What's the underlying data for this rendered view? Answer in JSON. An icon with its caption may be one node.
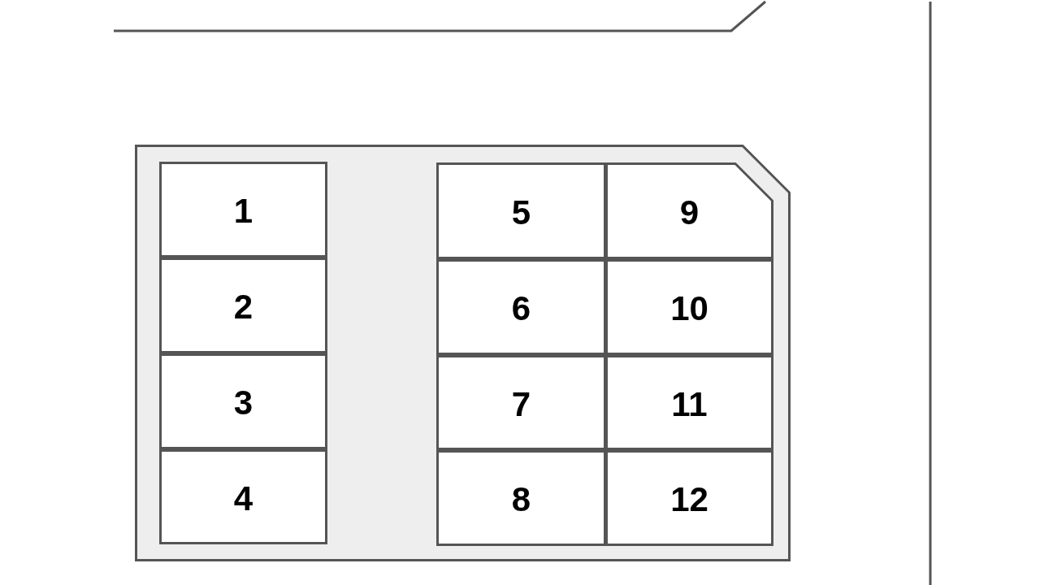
{
  "diagram": {
    "nodes": [
      {
        "text": [],
        "shape": "box"
      },
      {
        "text": [
          "1"
        ],
        "in": 0
      },
      {
        "text": [
          "2"
        ],
        "in": 0
      },
      {
        "text": [
          "3"
        ],
        "in": 0
      },
      {
        "text": [
          "4"
        ],
        "in": 0
      },
      {
        "text": [
          "5"
        ],
        "in": 0
      },
      {
        "text": [
          "6"
        ],
        "in": 0
      },
      {
        "text": [
          "7"
        ],
        "in": 0
      },
      {
        "text": [
          "8"
        ],
        "in": 0
      },
      {
        "text": [
          "9"
        ],
        "in": 0
      },
      {
        "text": [
          "10"
        ],
        "in": 0
      },
      {
        "text": [
          "11"
        ],
        "in": 0
      },
      {
        "text": [
          "12"
        ],
        "in": 0
      }
    ]
  }
}
